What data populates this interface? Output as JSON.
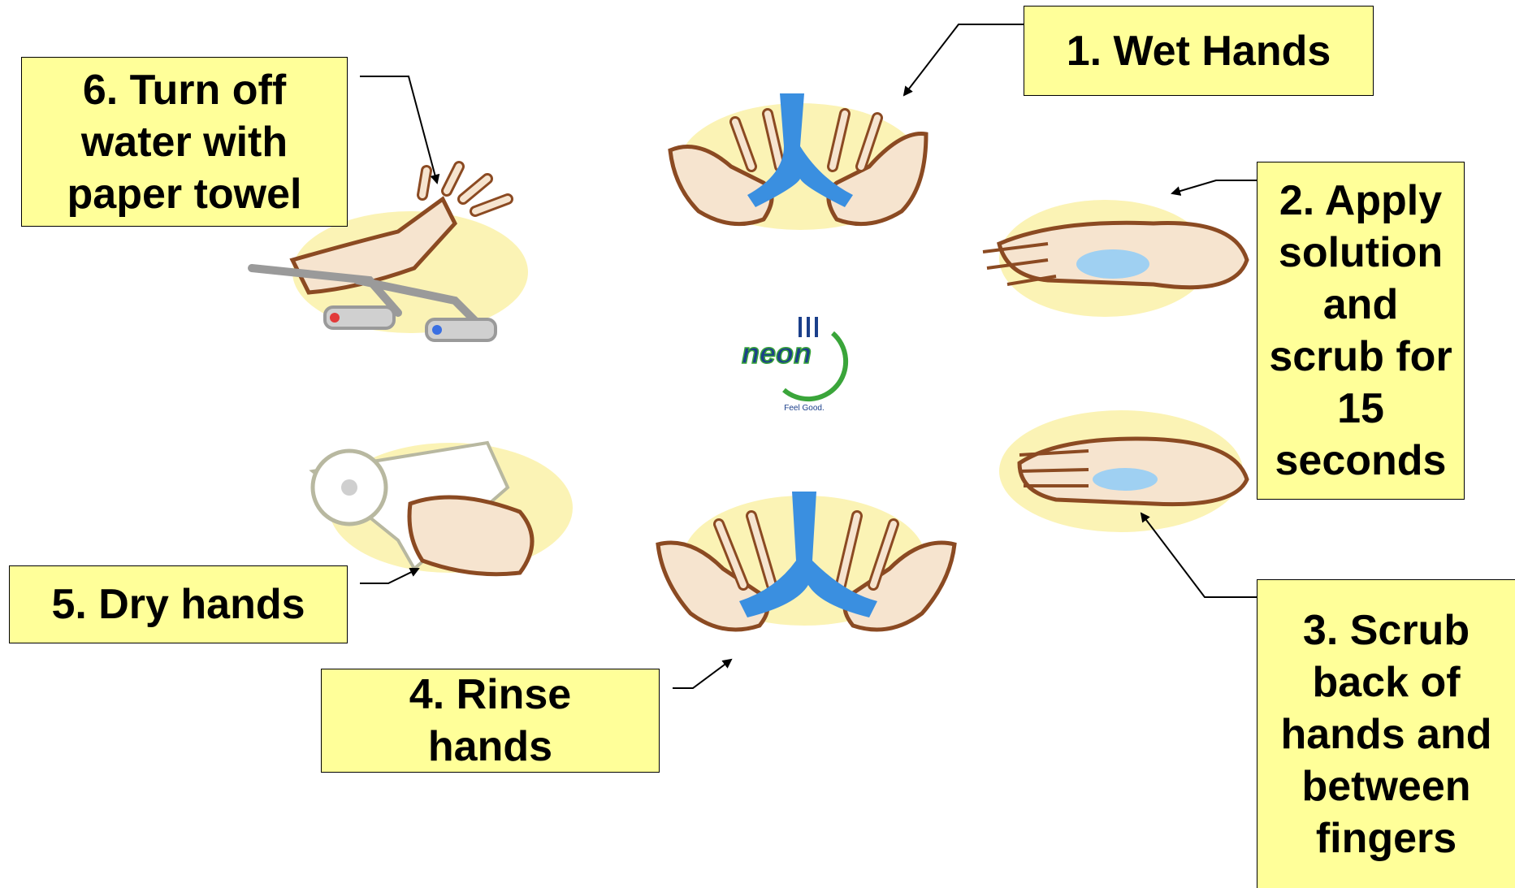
{
  "steps": [
    {
      "id": 1,
      "label": "1.  Wet Hands"
    },
    {
      "id": 2,
      "label": "2.  Apply\nsolution\nand\nscrub for\n15\nseconds"
    },
    {
      "id": 3,
      "label": "3.  Scrub\nback of\nhands and\nbetween\nfingers"
    },
    {
      "id": 4,
      "label": "4.  Rinse\nhands"
    },
    {
      "id": 5,
      "label": "5. Dry hands"
    },
    {
      "id": 6,
      "label": "6.  Turn off\nwater with\npaper towel"
    }
  ],
  "logo": {
    "wordmark": "neon",
    "tagline": "Feel Good."
  },
  "colors": {
    "box_fill": "#ffff99",
    "water": "#3a8fe0",
    "skin": "#f6e4cf",
    "skin_outline": "#8b4a22",
    "halo": "#fbf3b5",
    "logo_blue": "#1b3f8a",
    "logo_green": "#3aa53a"
  }
}
